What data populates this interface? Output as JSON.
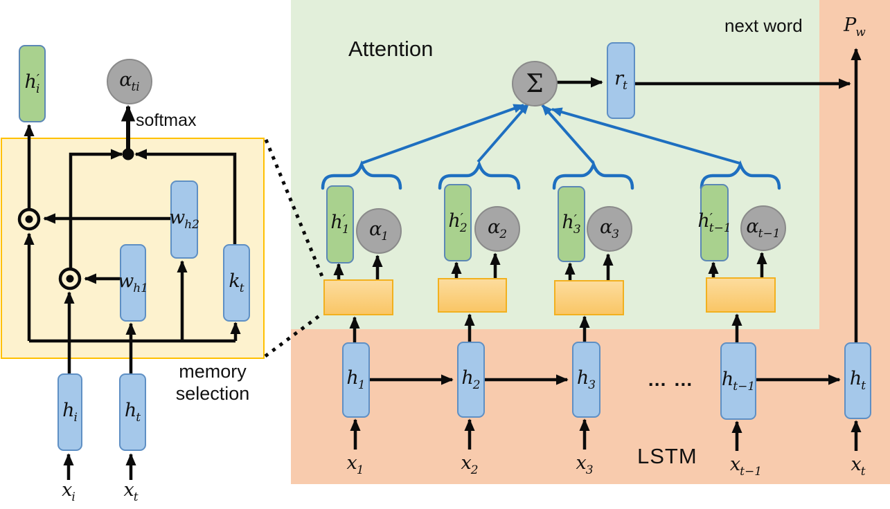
{
  "colors": {
    "attention_bg": "#E2EFDA",
    "lstm_bg": "#F8CBAD",
    "memory_box_fill": "#FDF2CE",
    "memory_box_border": "#FFC000",
    "node_blue_fill": "#A5C8EA",
    "node_blue_border": "#5E8FC4",
    "node_green_fill": "#A9D18E",
    "node_green_border": "#5B87B5",
    "node_gray_fill": "#A6A6A6",
    "module_orange_fill": "#FBCF79",
    "module_orange_border": "#F2B01E",
    "flow_blue": "#1E6FC0",
    "line_black": "#0B0B0B"
  },
  "memory_panel": {
    "caption_line1": "memory",
    "caption_line2": "selection",
    "softmax_label": "softmax",
    "output": {
      "b": "h",
      "p": "′",
      "s": "i"
    },
    "attention_weight": {
      "b": "α",
      "s": "ti"
    },
    "w2": {
      "b": "w",
      "s": "h2"
    },
    "w1": {
      "b": "w",
      "s": "h1"
    },
    "key": {
      "b": "k",
      "s": "t"
    },
    "mem_state": {
      "b": "h",
      "s": "i"
    },
    "cur_state": {
      "b": "h",
      "s": "t"
    },
    "input_i": {
      "b": "x",
      "s": "i"
    },
    "input_t": {
      "b": "x",
      "s": "t"
    }
  },
  "attention_panel": {
    "title": "Attention",
    "sum_label": "Σ",
    "context": {
      "b": "r",
      "s": "t"
    },
    "next_word_label": "next word",
    "output_prob": {
      "b": "P",
      "s": "w"
    },
    "groups": [
      {
        "h": {
          "b": "h",
          "p": "′",
          "s": "1"
        },
        "a": {
          "b": "α",
          "s": "1"
        }
      },
      {
        "h": {
          "b": "h",
          "p": "′",
          "s": "2"
        },
        "a": {
          "b": "α",
          "s": "2"
        }
      },
      {
        "h": {
          "b": "h",
          "p": "′",
          "s": "3"
        },
        "a": {
          "b": "α",
          "s": "3"
        }
      },
      {
        "h": {
          "b": "h",
          "p": "′",
          "s": "t−1"
        },
        "a": {
          "b": "α",
          "s": "t−1"
        }
      }
    ]
  },
  "lstm_panel": {
    "title": "LSTM",
    "ellipsis": "… …",
    "cells": [
      {
        "h": {
          "b": "h",
          "s": "1"
        },
        "x": {
          "b": "x",
          "s": "1"
        }
      },
      {
        "h": {
          "b": "h",
          "s": "2"
        },
        "x": {
          "b": "x",
          "s": "2"
        }
      },
      {
        "h": {
          "b": "h",
          "s": "3"
        },
        "x": {
          "b": "x",
          "s": "3"
        }
      },
      {
        "h": {
          "b": "h",
          "s": "t−1"
        },
        "x": {
          "b": "x",
          "s": "t−1"
        }
      },
      {
        "h": {
          "b": "h",
          "s": "t"
        },
        "x": {
          "b": "x",
          "s": "t"
        }
      }
    ]
  }
}
